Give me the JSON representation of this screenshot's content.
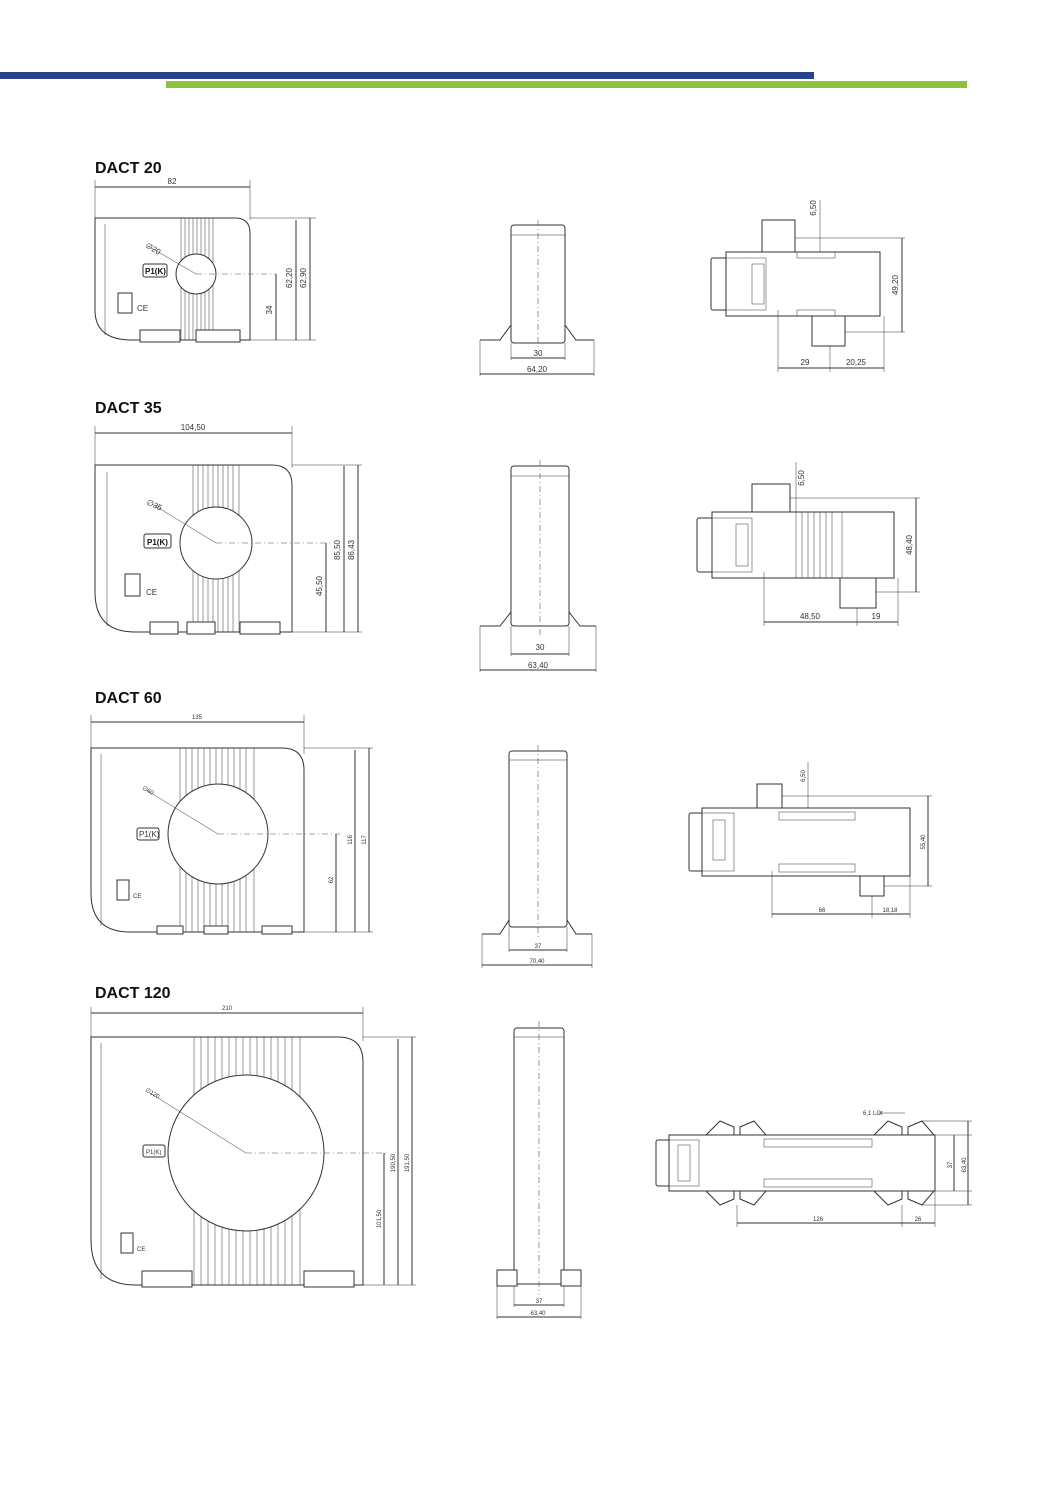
{
  "header": {
    "blue_bar_color": "#27428a",
    "green_bar_color": "#8dc23f"
  },
  "models": [
    {
      "name": "DACT 20",
      "front": {
        "width": "82",
        "height_outer": "62,90",
        "height_inner": "62,20",
        "center_height": "34",
        "diameter": "∅20",
        "terminal": "P1(K)"
      },
      "side": {
        "inner": "30",
        "outer": "64,20"
      },
      "top": {
        "offset": "6,50",
        "height": "49,20",
        "left": "29",
        "right": "20,25"
      }
    },
    {
      "name": "DACT 35",
      "front": {
        "width": "104,50",
        "height_outer": "86,43",
        "height_inner": "85,50",
        "center_height": "45,50",
        "diameter": "∅35",
        "terminal": "P1(K)"
      },
      "side": {
        "inner": "30",
        "outer": "63,40"
      },
      "top": {
        "offset": "6,50",
        "height": "48,40",
        "left": "48,50",
        "right": "19"
      }
    },
    {
      "name": "DACT 60",
      "front": {
        "width": "135",
        "height_outer": "117",
        "height_inner": "116",
        "center_height": "62",
        "diameter": "∅60",
        "terminal": "P1(K)"
      },
      "side": {
        "inner": "37",
        "outer": "70,40"
      },
      "top": {
        "offset": "6,50",
        "height": "55,40",
        "left": "66",
        "right": "18,18"
      }
    },
    {
      "name": "DACT 120",
      "front": {
        "width": "210",
        "height_outer": "191,50",
        "height_inner": "190,50",
        "center_height": "101,50",
        "diameter": "∅120",
        "terminal": "P1(K)"
      },
      "side": {
        "inner": "37",
        "outer": "63,40"
      },
      "top": {
        "offset": "6,1 LOt",
        "height": "63,40",
        "inner_height": "37",
        "left": "126",
        "right": "26"
      }
    }
  ]
}
